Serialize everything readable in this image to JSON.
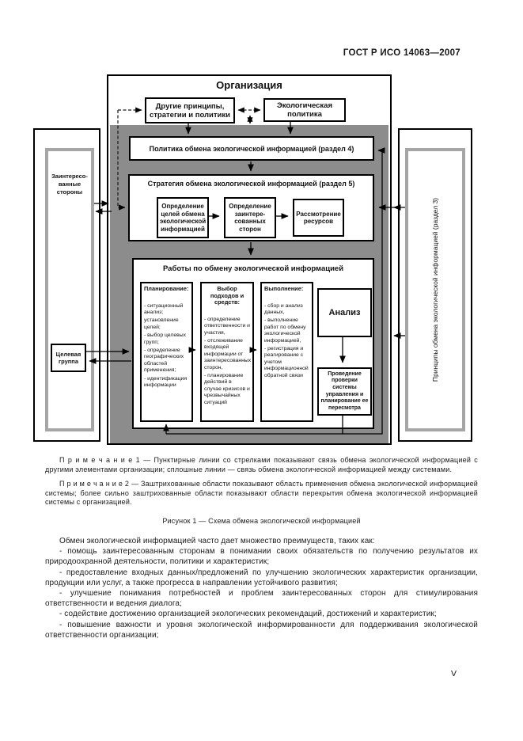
{
  "header": {
    "doc_number": "ГОСТ Р ИСО 14063—2007"
  },
  "diagram": {
    "organization_label": "Организация",
    "other_principles_label": "Другие принципы, стратегии и политики",
    "eco_policy_label": "Экологическая политика",
    "policy_label": "Политика обмена экологической информацией (раздел 4)",
    "strategy": {
      "label": "Стратегия обмена экологической информацией (раздел 5)",
      "steps": [
        "Определение целей обмена экологической информацией",
        "Определение заинтере-сованных сторон",
        "Рассмотрение ресурсов"
      ]
    },
    "works": {
      "label": "Работы по обмену экологической информацией",
      "planning": {
        "title": "Планирование:",
        "items": [
          "- ситуационный анализ;",
          "установление целей;",
          "- выбор целевых групп;",
          "- определение географических областей применения;",
          "- идентификация информации"
        ]
      },
      "approaches": {
        "title": "Выбор подходов и средств:",
        "items": [
          "- определение ответственности и участия,",
          "- отслеживание входящей информации от заинтересованных сторон,",
          "- планирование действий в случае кризисов и чрезвычайных ситуаций"
        ]
      },
      "execution": {
        "title": "Выполнение:",
        "items": [
          "- сбор и анализ данных,",
          "- выполнение работ по обмену экологической информацией,",
          "- регистрация и реагирование с учетом информационной обратной связи"
        ]
      },
      "analysis_label": "Анализ",
      "review_label": "Проведение проверки системы управления и планирование ее пересмотра"
    },
    "stakeholders_label": "Заинтересо-ванные стороны",
    "target_group_label": "Целевая группа",
    "principles_label": "Принципы обмена экологической информацией (раздел 3)",
    "colors": {
      "overlap_shading": "#8c8c8c",
      "system_shading": "#a6a6a6"
    }
  },
  "notes": {
    "note1": "П р и м е ч а н и е   1 — Пунктирные линии со стрелками показывают связь обмена экологической информацией с другими элементами организации; сплошные линии — связь обмена экологической информацией между системами.",
    "note2": "П р и м е ч а н и е   2 — Заштрихованные области показывают область применения обмена экологической информацией системы; более сильно заштрихованные области показывают области перекрытия обмена экологической информацией системы с организацией."
  },
  "caption": "Рисунок 1 — Схема обмена экологической информацией",
  "body": {
    "intro": "Обмен экологической информацией часто дает множество преимуществ, таких как:",
    "bullets": [
      "-  помощь заинтересованным сторонам в понимании своих обязательств по получению результатов их природоохранной деятельности, политики и характеристик;",
      "-  предоставление входных данных/предложений по улучшению экологических характеристик организации, продукции или услуг, а также прогресса в направлении устойчивого развития;",
      "-  улучшение понимания потребностей и проблем заинтересованных сторон для стимулирования ответственности и ведения диалога;",
      "-  содействие достижению организацией экологических рекомендаций, достижений и характеристик;",
      "-  повышение важности и уровня экологической информированности для поддерживания экологической ответственности организации;"
    ]
  },
  "page_number": "V"
}
